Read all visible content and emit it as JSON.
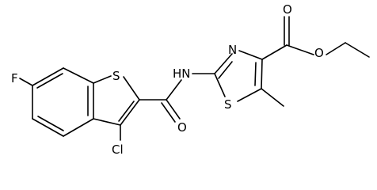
{
  "structure": {
    "atoms": {
      "f": "F",
      "s_bt": "S",
      "cl": "Cl",
      "o_amide": "O",
      "nh": "HN",
      "n_thz": "N",
      "s_thz": "S",
      "o_carbonyl": "O",
      "o_ester": "O"
    },
    "colors": {
      "ink": "#000000",
      "background": "#ffffff"
    }
  }
}
